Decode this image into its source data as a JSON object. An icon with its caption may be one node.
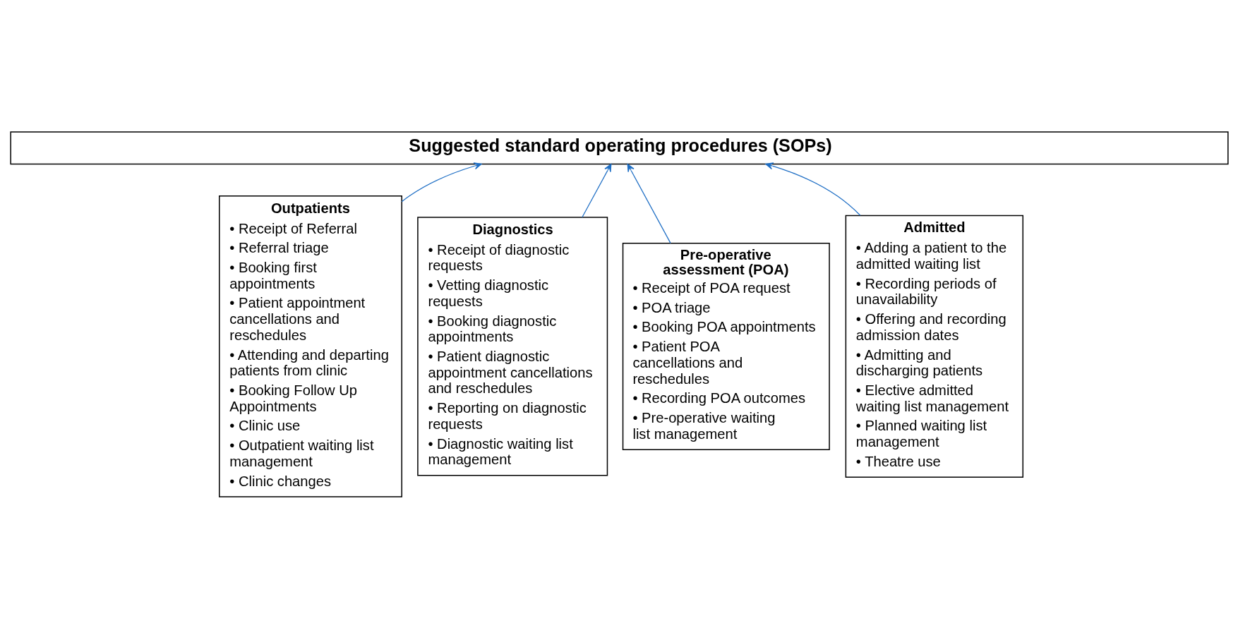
{
  "diagram": {
    "nodes": [
      {
        "text": [
          "Suggested standard operating procedures (SOPs)"
        ]
      },
      {
        "text": [
          "Outpatients",
          "• Receipt of Referral",
          "• Referral triage",
          "• Booking first appointments",
          "• Patient appointment cancellations and reschedules",
          "• Attending and departing patients from clinic",
          "• Booking Follow Up Appointments",
          "• Clinic use",
          "• Outpatient waiting list management",
          "• Clinic changes"
        ]
      },
      {
        "text": [
          "Diagnostics",
          "• Receipt of diagnostic requests",
          "• Vetting diagnostic requests",
          "• Booking diagnostic appointments",
          "• Patient diagnostic appointment cancellations and reschedules",
          "• Reporting on diagnostic requests",
          "• Diagnostic waiting list management"
        ]
      },
      {
        "text": [
          "Pre-operative assessment (POA)",
          "• Receipt of POA request",
          "• POA triage",
          "• Booking POA appointments",
          "• Patient POA cancellations and reschedules",
          "• Recording POA outcomes",
          "• Pre-operative waiting list management"
        ]
      },
      {
        "text": [
          "Admitted",
          "• Adding a patient to the admitted waiting list",
          "• Recording periods of unavailability",
          "• Offering and recording admission dates",
          "• Admitting and discharging patients",
          "• Elective admitted waiting list management",
          "• Planned waiting list management",
          "• Theatre use"
        ]
      }
    ],
    "edges": [
      {
        "from": 1,
        "to": 0,
        "arrow": "to"
      },
      {
        "from": 2,
        "to": 0,
        "arrow": "to"
      },
      {
        "from": 3,
        "to": 0,
        "arrow": "to"
      },
      {
        "from": 4,
        "to": 0,
        "arrow": "to"
      }
    ]
  }
}
